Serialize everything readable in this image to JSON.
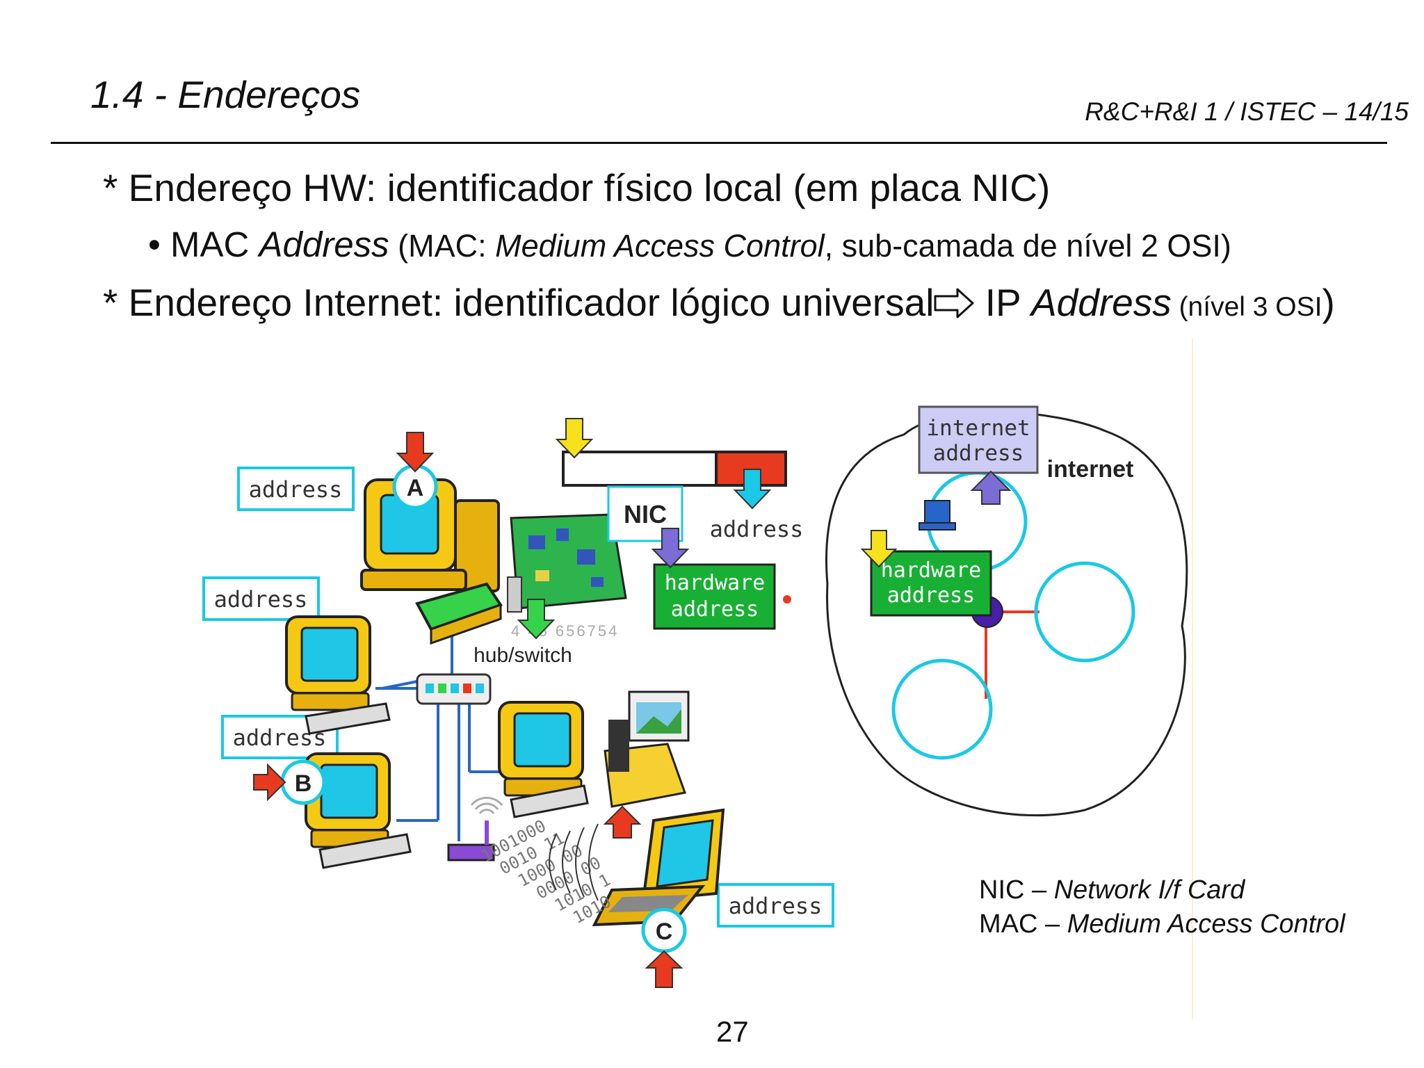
{
  "slide": {
    "title": "1.4 - Endereços",
    "course": "R&C+R&I 1 / ISTEC – 14/15",
    "page_number": "27"
  },
  "bullets": {
    "b1": "* Endereço HW: identificador físico local (em placa NIC)",
    "b2": {
      "marker": "•",
      "mac": "MAC ",
      "address": "Address",
      "paren_open": " (MAC: ",
      "mac_expansion": "Medium Access Control",
      "rest": ", sub-camada de nível 2 OSI)"
    },
    "b3": {
      "lead": "* Endereço Internet: identificador lógico universal",
      "ip": " IP ",
      "address": "Address",
      "small": " (nível 3 OSI",
      "close": ")"
    }
  },
  "diagram": {
    "address_label": "address",
    "node_a": "A",
    "node_b": "B",
    "node_c": "C",
    "nic": "NIC",
    "hardware_line1": "hardware",
    "hardware_line2": "address",
    "internet_line1": "internet",
    "internet_line2": "address",
    "internet_cloud": "internet",
    "hub_switch": "hub/switch",
    "nic_numbers": "4   45 656754",
    "binary_lines": [
      "1001000",
      "0010 11",
      "1000 00",
      "0000 00",
      "1010 1",
      "1010"
    ],
    "colors": {
      "cyan": "#19c9e6",
      "green": "#18b034",
      "red": "#e83a1e",
      "yellow": "#f6e21a",
      "purple": "#7b6cd6",
      "lavender": "#ccccf5"
    }
  },
  "legend": {
    "line1_abbr": "NIC – ",
    "line1_term": "Network I/f Card",
    "line2_abbr": "MAC – ",
    "line2_term": "Medium Access Control"
  }
}
